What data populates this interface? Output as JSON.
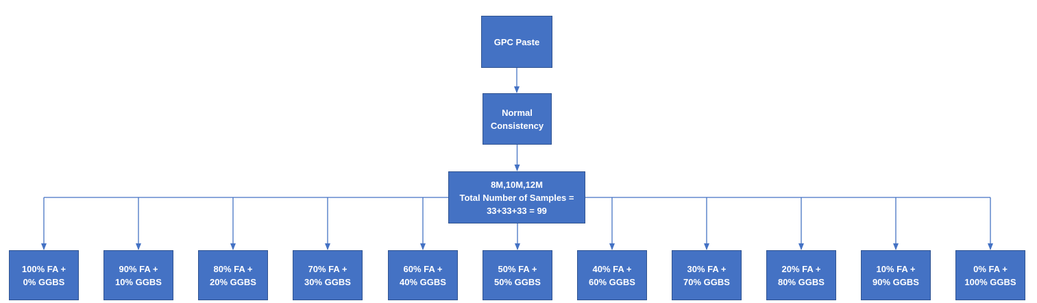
{
  "colors": {
    "box_fill": "#4472c4",
    "box_border": "#2f528f",
    "box_text": "#ffffff",
    "connector": "#4472c4"
  },
  "nodes": {
    "gpc_paste": {
      "line1": "GPC Paste"
    },
    "normal_consistency": {
      "line1": "Normal",
      "line2": "Consistency"
    },
    "samples": {
      "line1": "8M,10M,12M",
      "line2": "Total Number of Samples =",
      "line3": "33+33+33 = 99"
    }
  },
  "mixes": [
    {
      "line1": "100% FA +",
      "line2": "0% GGBS"
    },
    {
      "line1": "90% FA +",
      "line2": "10% GGBS"
    },
    {
      "line1": "80% FA +",
      "line2": "20% GGBS"
    },
    {
      "line1": "70% FA +",
      "line2": "30% GGBS"
    },
    {
      "line1": "60% FA +",
      "line2": "40% GGBS"
    },
    {
      "line1": "50% FA +",
      "line2": "50% GGBS"
    },
    {
      "line1": "40% FA +",
      "line2": "60% GGBS"
    },
    {
      "line1": "30% FA +",
      "line2": "70% GGBS"
    },
    {
      "line1": "20% FA +",
      "line2": "80% GGBS"
    },
    {
      "line1": "10% FA +",
      "line2": "90% GGBS"
    },
    {
      "line1": "0% FA +",
      "line2": "100% GGBS"
    }
  ]
}
